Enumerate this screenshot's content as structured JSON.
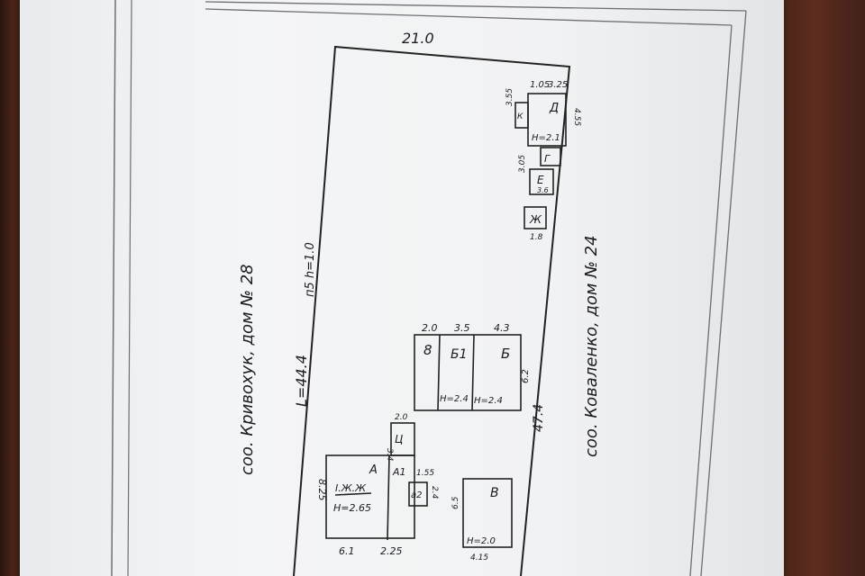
{
  "dimensions": {
    "top_width": "21.0",
    "left_length": "L=44.4",
    "left_note": "п5 h=1.0",
    "right_length": "47.4",
    "small_top_1": "1.05",
    "small_top_2": "3.25",
    "d_left": "3.55",
    "d_right": "4.55",
    "e_left": "3.05",
    "e_bottom": "1.8",
    "b_top_1": "2.0",
    "b_top_2": "3.5",
    "b_top_3": "4.3",
    "b_right": "6.2",
    "c_top": "2.0",
    "c_left": "3.4",
    "a_left": "8.25",
    "a_bottom_1": "6.1",
    "a_bottom_2": "2.25",
    "a1_right": "1.55",
    "a2_right": "2.4",
    "v_left": "6.5",
    "v_bottom": "4.15"
  },
  "labels": {
    "d": "Д",
    "d_height": "Н=2.1",
    "k": "К",
    "g": "Г",
    "e": "Е",
    "e_dim": "3.6",
    "zh": "Ж",
    "b8": "8",
    "b1": "Б1",
    "b": "Б",
    "b1_height": "Н=2.4",
    "b_height": "Н=2.4",
    "ts": "Ц",
    "a": "А",
    "a1": "А1",
    "a_use": "I.Ж.Ж",
    "a_height": "Н=2.65",
    "a2": "а2",
    "v": "В",
    "v_height": "Н=2.0"
  },
  "neighbors": {
    "left": "соо. Кривохук, дом № 28",
    "right": "соо. Коваленко, дом № 24"
  }
}
